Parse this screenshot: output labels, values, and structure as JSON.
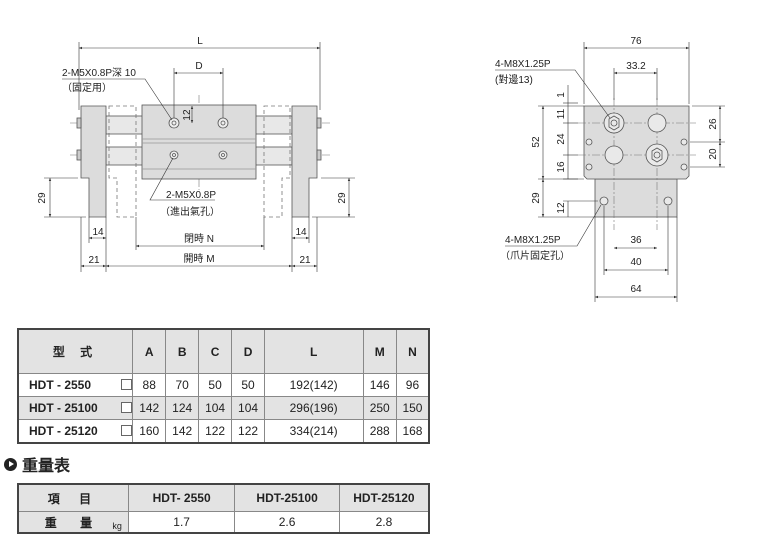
{
  "front_view": {
    "dim_L": "L",
    "dim_D": "D",
    "dim_12": "12",
    "dim_29_left": "29",
    "dim_29_right": "29",
    "dim_14_left": "14",
    "dim_14_right": "14",
    "dim_21_left": "21",
    "dim_21_right": "21",
    "dim_N": "閉時 N",
    "dim_M": "開時 M",
    "callout_mount_line1": "2-M5X0.8P深 10",
    "callout_mount_line2": "（固定用）",
    "callout_port_line1": "2-M5X0.8P",
    "callout_port_line2": "（進出氣孔）"
  },
  "side_view": {
    "dim_76": "76",
    "dim_33_2": "33.2",
    "dim_1": "1",
    "dim_11": "11",
    "dim_24": "24",
    "dim_16": "16",
    "dim_52": "52",
    "dim_29": "29",
    "dim_12": "12",
    "dim_26": "26",
    "dim_20": "20",
    "dim_36": "36",
    "dim_40": "40",
    "dim_64": "64",
    "callout_top_line1": "4-M8X1.25P",
    "callout_top_line2": "(對邊13)",
    "callout_bottom_line1": "4-M8X1.25P",
    "callout_bottom_line2": "（爪片固定孔）"
  },
  "spec_table": {
    "headers": [
      "型 式",
      "A",
      "B",
      "C",
      "D",
      "L",
      "M",
      "N"
    ],
    "rows": [
      {
        "model": "HDT - 2550",
        "A": "88",
        "B": "70",
        "C": "50",
        "D": "50",
        "L": "192(142)",
        "M": "146",
        "N": "96"
      },
      {
        "model": "HDT - 25100",
        "A": "142",
        "B": "124",
        "C": "104",
        "D": "104",
        "L": "296(196)",
        "M": "250",
        "N": "150"
      },
      {
        "model": "HDT - 25120",
        "A": "160",
        "B": "142",
        "C": "122",
        "D": "122",
        "L": "334(214)",
        "M": "288",
        "N": "168"
      }
    ]
  },
  "weight_section": {
    "title": "重量表",
    "headers": [
      "項 目",
      "HDT- 2550",
      "HDT-25100",
      "HDT-25120"
    ],
    "row_label": "重 量",
    "unit": "kg",
    "values": [
      "1.7",
      "2.6",
      "2.8"
    ]
  }
}
